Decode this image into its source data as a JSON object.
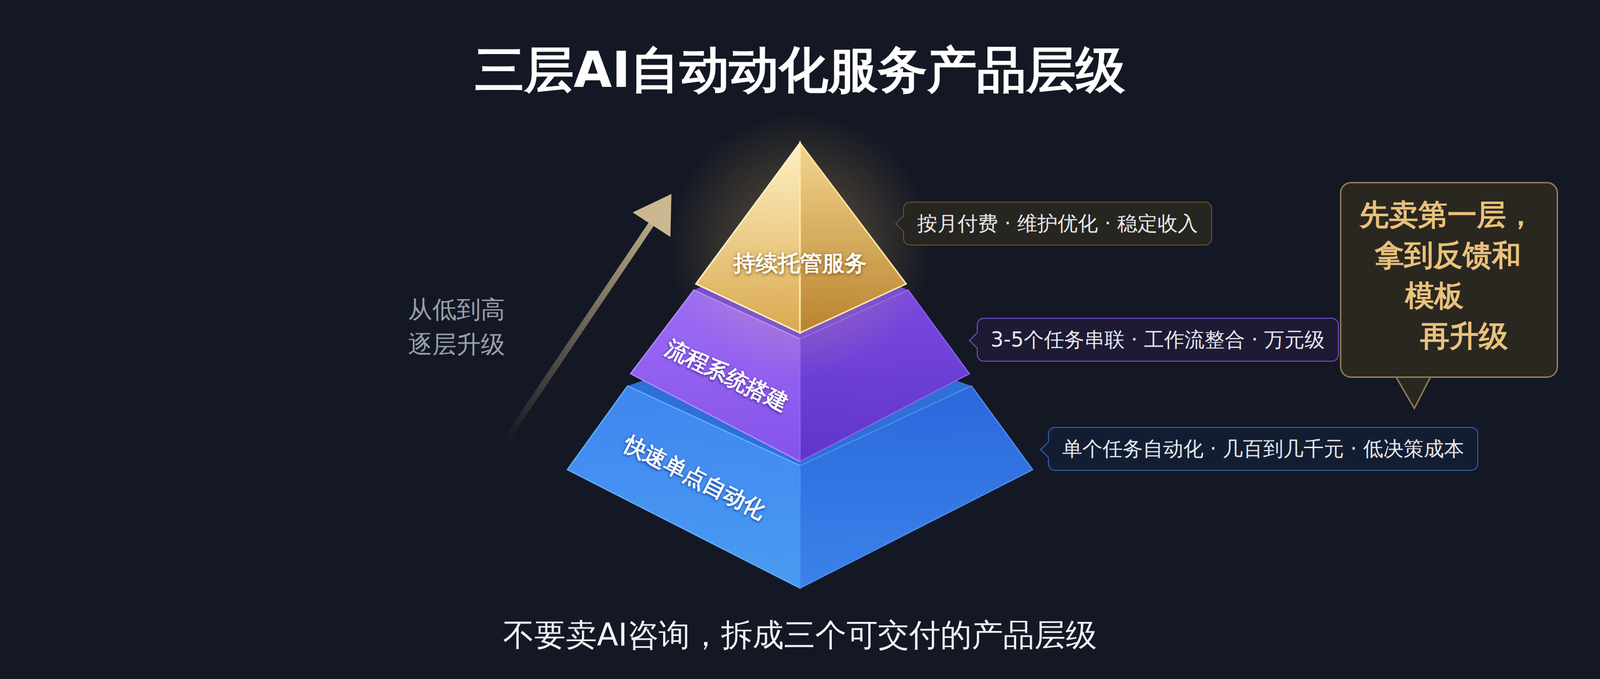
{
  "diagram": {
    "title": "三层AI自动动化服务产品层级",
    "caption": "不要卖AI咨询，拆成三个可交付的产品层级",
    "nodes": [
      {
        "text": [
          "持续托管服务"
        ]
      },
      {
        "text": [
          "按月付费 · 维护优化 · 稳定收入"
        ]
      },
      {
        "text": [
          "流程系统搭建"
        ]
      },
      {
        "text": [
          "3-5个任务串联 · 工作流整合 · 万元级"
        ]
      },
      {
        "text": [
          "快速单点自动化"
        ]
      },
      {
        "text": [
          "单个任务自动化 · 几百到几千元 · 低决策成本"
        ]
      },
      {
        "text": [
          "先卖第一层， 拿到反馈和 模板 再升级"
        ]
      }
    ],
    "labels": [
      "从低到高 逐层升级"
    ]
  }
}
